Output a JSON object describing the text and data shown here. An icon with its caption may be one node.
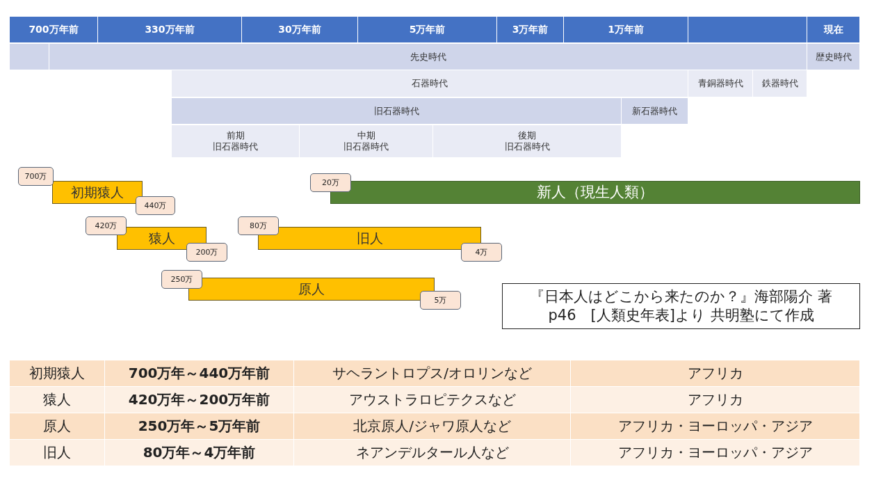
{
  "diagram": {
    "nodes": [
      {
        "text": [
          "700万年前"
        ]
      },
      {
        "text": [
          "330万年前"
        ]
      },
      {
        "text": [
          "30万年前"
        ]
      },
      {
        "text": [
          "5万年前"
        ]
      },
      {
        "text": [
          "3万年前"
        ]
      },
      {
        "text": [
          "1万年前"
        ]
      },
      {
        "text": [],
        "shape": "box"
      },
      {
        "text": [
          "現在"
        ]
      },
      {
        "text": [],
        "shape": "box"
      },
      {
        "text": [
          "先史時代"
        ]
      },
      {
        "text": [
          "歴史時代"
        ]
      },
      {
        "text": [
          "石器時代"
        ]
      },
      {
        "text": [
          "青銅器時代"
        ]
      },
      {
        "text": [
          "鉄器時代"
        ]
      },
      {
        "text": [
          "旧石器時代"
        ]
      },
      {
        "text": [
          "新石器時代"
        ]
      },
      {
        "text": [
          "前期",
          "旧石器時代"
        ]
      },
      {
        "text": [
          "中期",
          "旧石器時代"
        ]
      },
      {
        "text": [
          "後期",
          "旧石器時代"
        ]
      },
      {
        "text": [
          "初期猿人"
        ]
      },
      {
        "text": [
          "新人（現生人類）"
        ]
      },
      {
        "text": [
          "猿人"
        ]
      },
      {
        "text": [
          "旧人"
        ]
      },
      {
        "text": [
          "原人"
        ]
      },
      {
        "text": [
          "700万"
        ]
      },
      {
        "text": [
          "440万"
        ]
      },
      {
        "text": [
          "20万"
        ]
      },
      {
        "text": [
          "420万"
        ]
      },
      {
        "text": [
          "200万"
        ]
      },
      {
        "text": [
          "80万"
        ]
      },
      {
        "text": [
          "4万"
        ]
      },
      {
        "text": [
          "250万"
        ]
      },
      {
        "text": [
          "5万"
        ]
      },
      {
        "text": [
          "『日本人はどこから来たのか？』海部陽介 著",
          "p46　[人類史年表]より 共明塾にて作成"
        ]
      }
    ],
    "labels": [
      "初期猿人",
      "700万年～440万年前",
      "サヘラントロプス/オロリンなど",
      "アフリカ",
      "猿人",
      "420万年～200万年前",
      "アウストラロピテクスなど",
      "アフリカ",
      "原人",
      "250万年～5万年前",
      "北京原人/ジャワ原人など",
      "アフリカ・ヨーロッパ・アジア",
      "旧人",
      "80万年～4万年前",
      "ネアンデルタール人など",
      "アフリカ・ヨーロッパ・アジア"
    ]
  }
}
